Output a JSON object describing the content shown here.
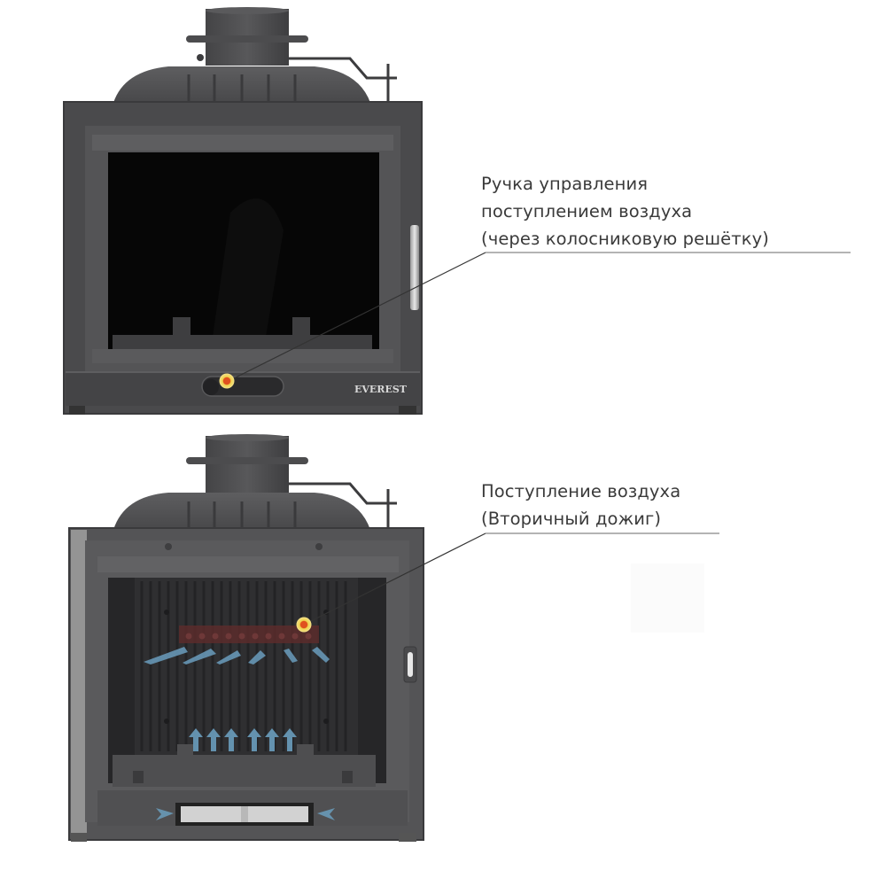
{
  "page": {
    "type": "product-feature-illustration",
    "brand": "EVEREST",
    "background_color": "#ffffff"
  },
  "callouts": [
    {
      "id": "primary-air",
      "lines": [
        "Ручка управления",
        "поступлением воздуха",
        "(через колосниковую решётку)"
      ],
      "marker_color": "#f0d24a",
      "marker_center": "#e0501f"
    },
    {
      "id": "secondary-air",
      "lines": [
        "Поступление воздуха",
        "(Вторичный дожиг)"
      ],
      "marker_color": "#f0d24a",
      "marker_center": "#e0501f"
    }
  ],
  "images": {
    "top": {
      "name": "fireplace-door-closed",
      "logo": "EVEREST"
    },
    "bottom": {
      "name": "fireplace-door-open",
      "arrow_color": "#6a9dbd",
      "injector_color": "#5a2b2b"
    }
  },
  "colors": {
    "metal": "#4a4a4c",
    "metal_light": "#5a5a5c",
    "glass": "#060606",
    "text": "#3a3a3a",
    "callout_line": "#333333"
  }
}
